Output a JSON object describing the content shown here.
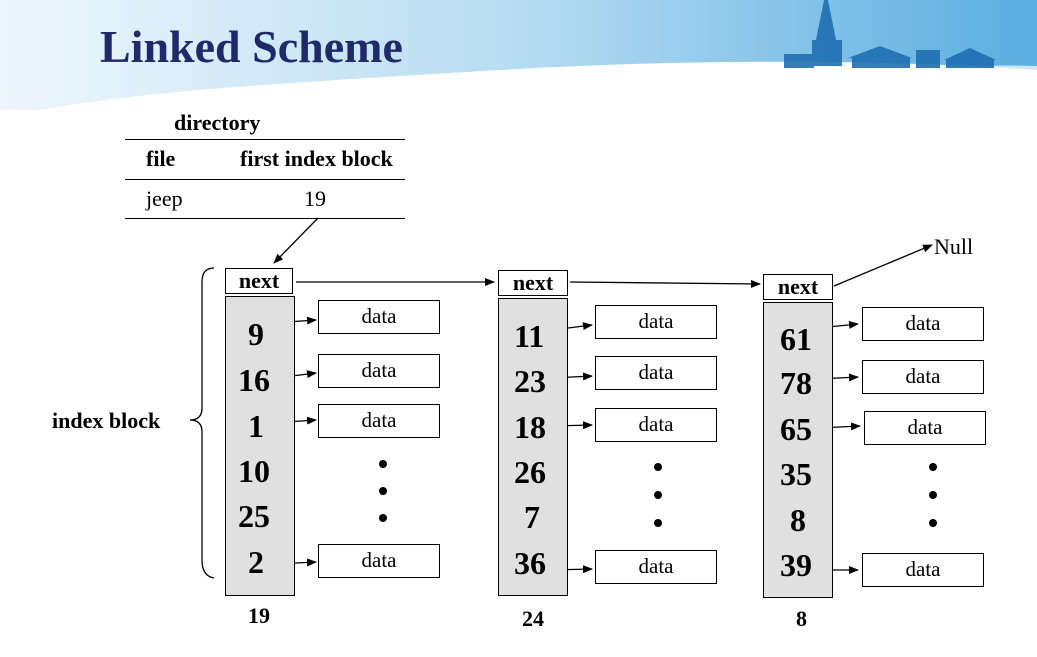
{
  "slide": {
    "title": "Linked Scheme"
  },
  "directory": {
    "heading": "directory",
    "col_file": "file",
    "col_first_block": "first index block",
    "rows": [
      {
        "file": "jeep",
        "block": "19"
      }
    ]
  },
  "index_block_label": "index block",
  "next_label": "next",
  "null_label": "Null",
  "data_label": "data",
  "blocks": [
    {
      "block_number": "19",
      "entries": [
        "9",
        "16",
        "1",
        "10",
        "25",
        "2"
      ]
    },
    {
      "block_number": "24",
      "entries": [
        "11",
        "23",
        "18",
        "26",
        "7",
        "36"
      ]
    },
    {
      "block_number": "8",
      "entries": [
        "61",
        "78",
        "65",
        "35",
        "8",
        "39"
      ]
    }
  ],
  "colors": {
    "title": "#1f2a6b",
    "header_band_light": "#d7ecf8",
    "header_band_dark": "#5aaee0",
    "index_fill": "#e0e0e0"
  }
}
